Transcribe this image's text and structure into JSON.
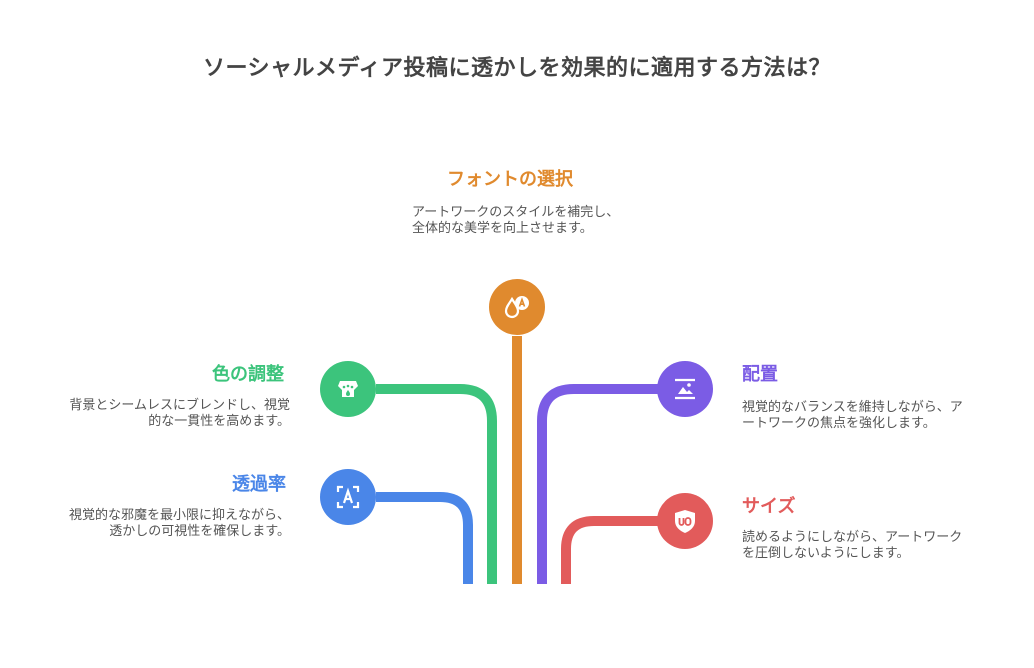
{
  "title": "ソーシャルメディア投稿に透かしを効果的に適用する方法は？",
  "colors": {
    "orange": "#E08A2E",
    "green": "#3CC47C",
    "blue": "#4A86E8",
    "purple": "#7B5CE5",
    "red": "#E25B5B"
  },
  "items": {
    "font": {
      "heading": "フォントの選択",
      "desc": "アートワークのスタイルを補完し、全体的な美学を向上させます。",
      "icon": "font-drop-icon"
    },
    "color": {
      "heading": "色の調整",
      "desc": "背景とシームレスにブレンドし、視覚的な一貫性を高めます。",
      "icon": "paint-bucket-icon"
    },
    "opacity": {
      "heading": "透過率",
      "desc": "視覚的な邪魔を最小限に抑えながら、透かしの可視性を確保します。",
      "icon": "text-frame-icon"
    },
    "placement": {
      "heading": "配置",
      "desc": "視覚的なバランスを維持しながら、アートワークの焦点を強化します。",
      "icon": "image-frame-icon"
    },
    "size": {
      "heading": "サイズ",
      "desc": "読めるようにしながら、アートワークを圧倒しないようにします。",
      "icon": "shield-badge-icon"
    }
  }
}
